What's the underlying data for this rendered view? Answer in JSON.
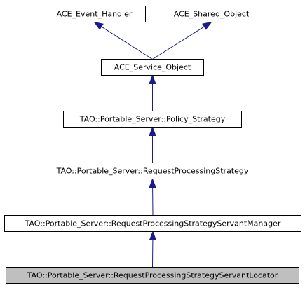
{
  "diagram": {
    "nodes": [
      {
        "id": "event_handler",
        "label": "ACE_Event_Handler",
        "current": false
      },
      {
        "id": "shared_object",
        "label": "ACE_Shared_Object",
        "current": false
      },
      {
        "id": "service_object",
        "label": "ACE_Service_Object",
        "current": false
      },
      {
        "id": "policy_strategy",
        "label": "TAO::Portable_Server::Policy_Strategy",
        "current": false
      },
      {
        "id": "rps",
        "label": "TAO::Portable_Server::RequestProcessingStrategy",
        "current": false
      },
      {
        "id": "rps_manager",
        "label": "TAO::Portable_Server::RequestProcessingStrategyServantManager",
        "current": false
      },
      {
        "id": "rps_locator",
        "label": "TAO::Portable_Server::RequestProcessingStrategyServantLocator",
        "current": true
      }
    ],
    "edges": [
      {
        "from": "service_object",
        "to": "event_handler"
      },
      {
        "from": "service_object",
        "to": "shared_object"
      },
      {
        "from": "policy_strategy",
        "to": "service_object"
      },
      {
        "from": "rps",
        "to": "policy_strategy"
      },
      {
        "from": "rps_manager",
        "to": "rps"
      },
      {
        "from": "rps_locator",
        "to": "rps_manager"
      }
    ],
    "colors": {
      "edge": "#1a1a8c",
      "box_border": "#000000",
      "current_fill": "#bfbfbf",
      "box_fill": "#ffffff"
    }
  }
}
